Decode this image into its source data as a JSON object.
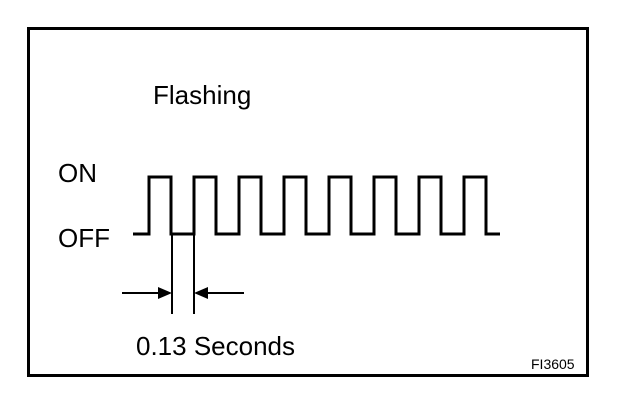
{
  "diagram": {
    "title": "Flashing",
    "on_label": "ON",
    "off_label": "OFF",
    "interval_label": "0.13 Seconds",
    "figure_code": "FI3605",
    "pulse_count": 8,
    "pulse_interval_seconds": 0.13,
    "line_color": "#000000",
    "background_color": "#ffffff"
  }
}
